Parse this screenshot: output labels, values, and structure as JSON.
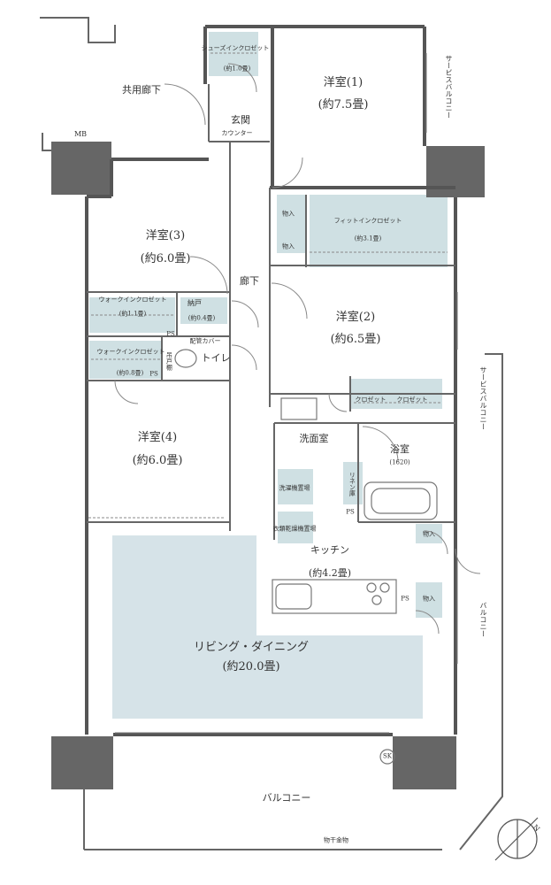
{
  "rooms": {
    "western_1": {
      "name": "洋室(1)",
      "size": "(約7.5畳)"
    },
    "western_2": {
      "name": "洋室(2)",
      "size": "(約6.5畳)"
    },
    "western_3": {
      "name": "洋室(3)",
      "size": "(約6.0畳)"
    },
    "western_4": {
      "name": "洋室(4)",
      "size": "(約6.0畳)"
    },
    "ldk": {
      "name": "リビング・ダイニング",
      "size": "(約20.0畳)"
    },
    "kitchen": {
      "name": "キッチン",
      "size": "(約4.2畳)"
    },
    "bath": {
      "name": "浴室",
      "size": "(1620)"
    },
    "washroom": {
      "name": "洗面室"
    },
    "toilet": {
      "name": "トイレ"
    },
    "entrance": {
      "name": "玄関"
    },
    "hallway": {
      "name": "廊下"
    },
    "storeroom": {
      "name": "納戸",
      "size": "(約0.4畳)"
    }
  },
  "storage": {
    "shoes_in_closet": {
      "name": "シューズインクロゼット",
      "size": "(約1.0畳)"
    },
    "fit_in_closet": {
      "name": "フィットインクロゼット",
      "size": "(約3.1畳)"
    },
    "walk_in_closet_1": {
      "name": "ウォークインクロゼット",
      "size": "(約1.1畳)"
    },
    "walk_in_closet_2": {
      "name": "ウォークインクロゼット",
      "size": "(約0.8畳)"
    },
    "closet_a": "クロゼット",
    "closet_b": "クロゼット",
    "mono_1": "物入",
    "mono_2": "物入",
    "mono_3": "物入",
    "mono_4": "物入",
    "linen": "リネン庫",
    "shelf": "吊戸棚"
  },
  "fixtures": {
    "counter": "カウンター",
    "pipe_cover": "配管カバー",
    "ps_1": "PS",
    "ps_2": "PS",
    "ps_3": "PS",
    "ps_4": "PS",
    "washer_space": "洗濯機置場",
    "dryer_space": "衣類乾燥機置場",
    "sk": "SK"
  },
  "outside": {
    "common_corridor": "共用廊下",
    "mb": "MB",
    "service_balcony_1": "サービスバルコニー",
    "service_balcony_2": "サービスバルコニー",
    "balcony_side": "バルコニー",
    "balcony_bottom": "バルコニー",
    "laundry_rail": "物干金物"
  },
  "compass": {
    "north": "N"
  },
  "colors": {
    "wall": "#555555",
    "ldk_fill": "#d6e3e8",
    "closet_fill": "#cfe0e3",
    "line": "#777777"
  }
}
